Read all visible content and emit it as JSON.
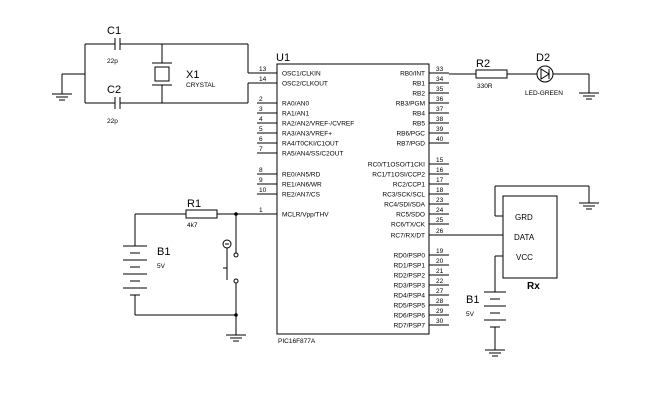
{
  "chip": {
    "ref": "U1",
    "part": "PIC16F877A",
    "left_pins": [
      {
        "num": "13",
        "name": "OSC1/CLKIN"
      },
      {
        "num": "14",
        "name": "OSC2/CLKOUT"
      },
      {
        "num": "2",
        "name": "RA0/AN0"
      },
      {
        "num": "3",
        "name": "RA1/AN1"
      },
      {
        "num": "4",
        "name": "RA2/AN2/VREF-/CVREF"
      },
      {
        "num": "5",
        "name": "RA3/AN3/VREF+"
      },
      {
        "num": "6",
        "name": "RA4/T0CKI/C1OUT"
      },
      {
        "num": "7",
        "name": "RA5/AN4/SS/C2OUT"
      },
      {
        "num": "8",
        "name": "RE0/AN5/RD"
      },
      {
        "num": "9",
        "name": "RE1/AN6/WR"
      },
      {
        "num": "10",
        "name": "RE2/AN7/CS"
      },
      {
        "num": "1",
        "name": "MCLR/Vpp/THV"
      }
    ],
    "right_pins": [
      {
        "num": "33",
        "name": "RB0/INT"
      },
      {
        "num": "34",
        "name": "RB1"
      },
      {
        "num": "35",
        "name": "RB2"
      },
      {
        "num": "36",
        "name": "RB3/PGM"
      },
      {
        "num": "37",
        "name": "RB4"
      },
      {
        "num": "38",
        "name": "RB5"
      },
      {
        "num": "39",
        "name": "RB6/PGC"
      },
      {
        "num": "40",
        "name": "RB7/PGD"
      },
      {
        "num": "15",
        "name": "RC0/T1OSO/T1CKI"
      },
      {
        "num": "16",
        "name": "RC1/T1OSI/CCP2"
      },
      {
        "num": "17",
        "name": "RC2/CCP1"
      },
      {
        "num": "18",
        "name": "RC3/SCK/SCL"
      },
      {
        "num": "23",
        "name": "RC4/SDI/SDA"
      },
      {
        "num": "24",
        "name": "RC5/SDO"
      },
      {
        "num": "25",
        "name": "RC6/TX/CK"
      },
      {
        "num": "26",
        "name": "RC7/RX/DT"
      },
      {
        "num": "19",
        "name": "RD0/PSP0"
      },
      {
        "num": "20",
        "name": "RD1/PSP1"
      },
      {
        "num": "21",
        "name": "RD2/PSP2"
      },
      {
        "num": "22",
        "name": "RD3/PSP3"
      },
      {
        "num": "27",
        "name": "RD4/PSP4"
      },
      {
        "num": "28",
        "name": "RD5/PSP5"
      },
      {
        "num": "29",
        "name": "RD6/PSP6"
      },
      {
        "num": "30",
        "name": "RD7/PSP7"
      }
    ]
  },
  "c1": {
    "ref": "C1",
    "value": "22p"
  },
  "c2": {
    "ref": "C2",
    "value": "22p"
  },
  "x1": {
    "ref": "X1",
    "value": "CRYSTAL"
  },
  "r1": {
    "ref": "R1",
    "value": "4k7"
  },
  "r2": {
    "ref": "R2",
    "value": "330R"
  },
  "d2": {
    "ref": "D2",
    "value": "LED-GREEN"
  },
  "b1_left": {
    "ref": "B1",
    "value": "5V"
  },
  "b1_right": {
    "ref": "B1",
    "value": "5V"
  },
  "rx": {
    "label": "Rx",
    "pins": [
      "GRD",
      "DATA",
      "VCC"
    ]
  }
}
